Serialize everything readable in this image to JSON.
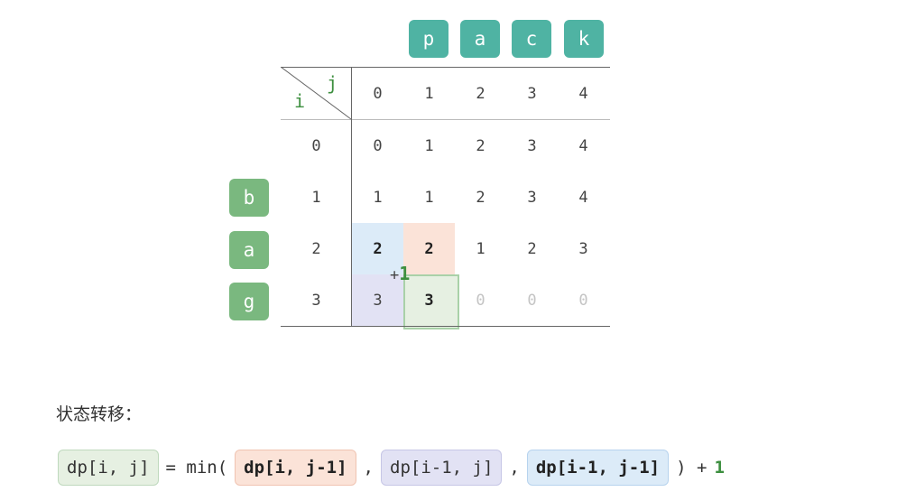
{
  "col_tags": [
    "p",
    "a",
    "c",
    "k"
  ],
  "row_tags": [
    "b",
    "a",
    "g"
  ],
  "header": {
    "j_label": "j",
    "i_label": "i",
    "col_indices": [
      "0",
      "1",
      "2",
      "3",
      "4"
    ]
  },
  "rows": [
    {
      "index": "0",
      "cells": [
        "0",
        "1",
        "2",
        "3",
        "4"
      ]
    },
    {
      "index": "1",
      "cells": [
        "1",
        "1",
        "2",
        "3",
        "4"
      ]
    },
    {
      "index": "2",
      "cells": [
        "2",
        "2",
        "1",
        "2",
        "3"
      ]
    },
    {
      "index": "3",
      "cells": [
        "3",
        "3",
        "0",
        "0",
        "0"
      ]
    }
  ],
  "annotation": {
    "plus": "+",
    "one": "1"
  },
  "formula": {
    "label": "状态转移：",
    "target": "dp[i, j]",
    "eq": "= min(",
    "opt1": "dp[i, j-1]",
    "comma1": ",",
    "opt2": "dp[i-1, j]",
    "comma2": ",",
    "opt3": "dp[i-1, j-1]",
    "close": ") +",
    "plus_value": "1"
  },
  "colors": {
    "top_tag": "#4fb3a3",
    "left_tag": "#7ab87f",
    "highlight_blue": "#dcebf8",
    "highlight_orange": "#fbe3d8",
    "highlight_purple": "#e2e2f4",
    "highlight_green": "#e6f0e2"
  }
}
